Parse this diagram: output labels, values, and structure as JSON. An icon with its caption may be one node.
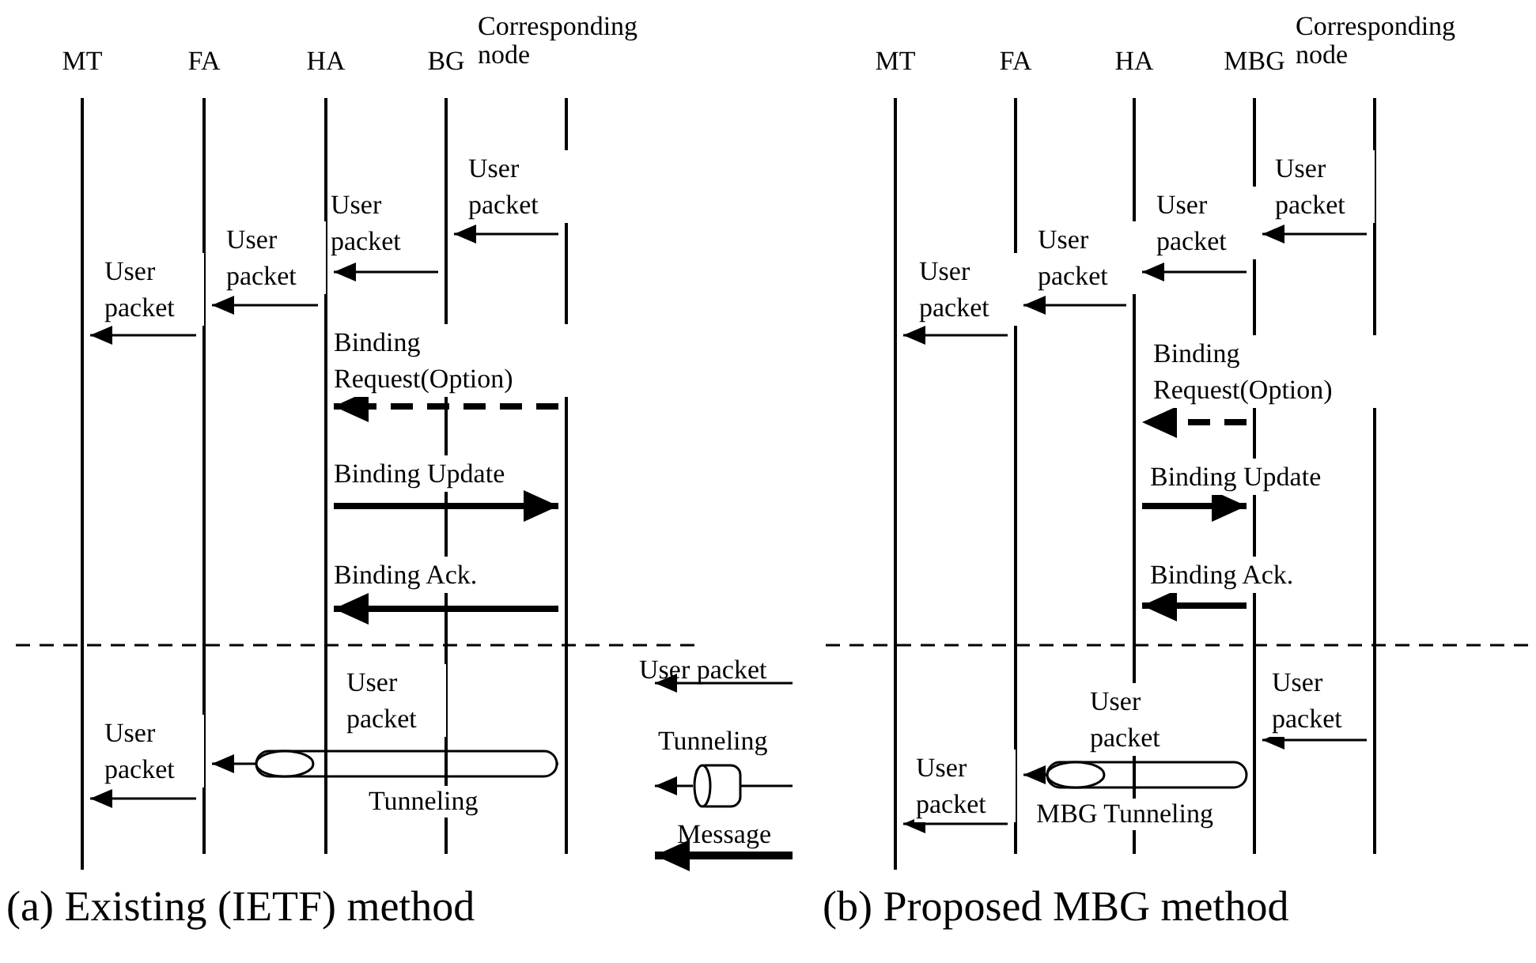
{
  "diagram": {
    "nodes": [
      {
        "text": [
          "MT"
        ]
      },
      {
        "text": [
          "FA"
        ]
      },
      {
        "text": [
          "HA"
        ]
      },
      {
        "text": [
          "BG"
        ]
      },
      {
        "text": [
          "Corresponding node"
        ]
      },
      {
        "text": [
          "MT"
        ]
      },
      {
        "text": [
          "FA"
        ]
      },
      {
        "text": [
          "HA"
        ]
      },
      {
        "text": [
          "MBG"
        ]
      },
      {
        "text": [
          "Corresponding node"
        ]
      }
    ],
    "edges": [
      {
        "from": 4,
        "to": 3,
        "arrow": "to",
        "label": "User packet"
      },
      {
        "from": 3,
        "to": 2,
        "arrow": "to",
        "label": "User packet"
      },
      {
        "from": 2,
        "to": 1,
        "arrow": "to",
        "label": "User packet"
      },
      {
        "from": 1,
        "to": 0,
        "arrow": "to",
        "label": "User packet"
      },
      {
        "from": 4,
        "to": 2,
        "arrow": "to",
        "label": "Binding Request(Option)",
        "style": "dashed"
      },
      {
        "from": 2,
        "to": 4,
        "arrow": "to",
        "label": "Binding Update",
        "style": "thick"
      },
      {
        "from": 4,
        "to": 2,
        "arrow": "to",
        "label": "Binding Ack.",
        "style": "thick"
      },
      {
        "from": 4,
        "to": 1,
        "arrow": "to",
        "label": "User packet"
      },
      {
        "from": 1,
        "to": 0,
        "arrow": "to",
        "label": "User packet"
      },
      {
        "from": 9,
        "to": 8,
        "arrow": "to",
        "label": "User packet"
      },
      {
        "from": 8,
        "to": 7,
        "arrow": "to",
        "label": "User packet"
      },
      {
        "from": 7,
        "to": 6,
        "arrow": "to",
        "label": "User packet"
      },
      {
        "from": 6,
        "to": 5,
        "arrow": "to",
        "label": "User packet"
      },
      {
        "from": 8,
        "to": 7,
        "arrow": "to",
        "label": "Binding Request(Option)",
        "style": "dashed"
      },
      {
        "from": 7,
        "to": 8,
        "arrow": "to",
        "label": "Binding Update",
        "style": "thick"
      },
      {
        "from": 8,
        "to": 7,
        "arrow": "to",
        "label": "Binding Ack.",
        "style": "thick"
      },
      {
        "from": 9,
        "to": 8,
        "arrow": "to",
        "label": "User packet"
      },
      {
        "from": 8,
        "to": 6,
        "arrow": "to",
        "label": "User packet"
      },
      {
        "from": 6,
        "to": 5,
        "arrow": "to",
        "label": "User packet"
      }
    ],
    "labels": [
      "Tunneling",
      "MBG Tunneling",
      "(a) Existing (IETF) method",
      "(b) Proposed MBG method"
    ],
    "legend": [
      {
        "text": "User packet"
      },
      {
        "text": "Tunneling"
      },
      {
        "text": "Message"
      }
    ]
  }
}
